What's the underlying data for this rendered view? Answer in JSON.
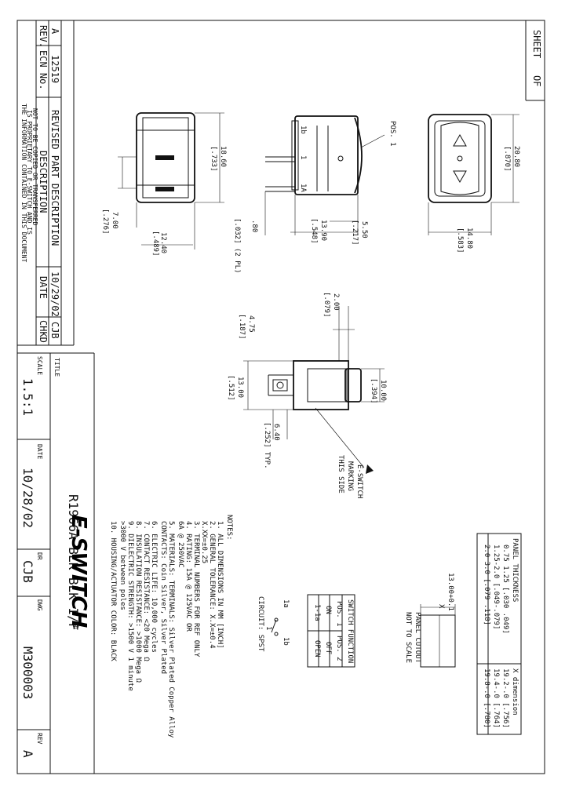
{
  "sheet": {
    "label": "SHEET",
    "of": "OF"
  },
  "revision_block": {
    "headers": {
      "rev": "REV.",
      "ecn": "ECN No.",
      "description": "DESCRIPTION",
      "date": "DATE",
      "chkd": "CHKD"
    },
    "row": {
      "rev": "A",
      "ecn": "12519",
      "description": "REVISED PART DESCRIPTION",
      "date": "10/29/02",
      "chkd": "CJB"
    },
    "notice": [
      "THE INFORMATION CONTAINED IN THIS DOCUMENT",
      "IS PROPRIETARY TO E-SWITCH AND IS",
      "NOT TO BE COPIED OR TRANSFERRED"
    ]
  },
  "title_block": {
    "title_label": "TITLE",
    "title": "R1966A BLK BLK I/F",
    "scale_label": "SCALE",
    "scale": "1.5:1",
    "date_label": "DATE",
    "date": "10/28/02",
    "dr_label": "DR",
    "dr": "CJB",
    "dwg_label": "DWG",
    "dwg": "M300003",
    "rev_label": "REV",
    "rev": "A",
    "logo": "E-SWITCH",
    "logo_mark": "®"
  },
  "dimensions": {
    "d_20_80": "20.80",
    "d_20_80_in": "[.870]",
    "d_14_80": "14.80",
    "d_14_80_in": "[.583]",
    "d_18_60": "18.60",
    "d_18_60_in": "[.733]",
    "d_7_00": "7.00",
    "d_7_00_in": "[.276]",
    "d_12_40": "12.40",
    "d_12_40_in": "[.489]",
    "d_0_80": ".80",
    "d_0_80_in": "[.032] (2 PL)",
    "d_13_90": "13.90",
    "d_13_90_in": "[.548]",
    "d_5_50": "5.50",
    "d_5_50_in": "[.217]",
    "pos1": "POS. 1",
    "term_1b": "1b",
    "term_1": "1",
    "term_1a": "1A",
    "d_2_00": "2.00",
    "d_2_00_in": "[.079]",
    "d_4_75": "4.75",
    "d_4_75_in": "[.187]",
    "d_13_00": "13.00",
    "d_13_00_in": "[.512]",
    "d_10_00": "10.00",
    "d_10_00_in": "[.394]",
    "d_6_40": "6.40",
    "d_6_40_in": "[.252] TYP."
  },
  "marking": [
    "E-SWITCH",
    "MARKING",
    "THIS SIDE"
  ],
  "panel_table": {
    "headers": [
      "PANEL THICKNESS",
      "X dimension"
    ],
    "rows": [
      [
        "0.75 1.25 [.030 .049]",
        "19.2-.0 [.756]"
      ],
      [
        "1.25-2.0 [.049-.079]",
        "19.4-.0 [.764]"
      ],
      [
        "2.0 3.0 [.079 .118]",
        "19.8-.0 [.780]"
      ]
    ]
  },
  "panel_cutout": {
    "label": "PANEL CUTOUT",
    "note": "NOT TO SCALE",
    "height": "13.00+0.1",
    "x": "X"
  },
  "circuit": {
    "label": "CIRCUIT: SPST",
    "t1a": "1a",
    "t1b": "1b",
    "t1": "1"
  },
  "switch_function": {
    "title": "SWITCH FUNCTION",
    "headers": [
      "POS. 1",
      "POS. 2"
    ],
    "rows": [
      [
        "ON",
        "OFF"
      ],
      [
        "1-1a",
        "OPEN"
      ]
    ]
  },
  "notes": {
    "title": "NOTES:",
    "lines": [
      "1. ALL DIMENSIONS IN MM [INCH]",
      "2. GENERAL TOLERANCE: X.X=±0.4",
      "                     X.XX=±0.25",
      "3. TERMINAL NUMBERS FOR REF ONLY",
      "4. RATING: 15A @ 125VAC OR",
      "            6A @ 250VAC",
      "5. MATERIALS: TERMINALS: Silver Plated Copper Alloy",
      "              CONTACTS: Coin Silver, Silver Plated",
      "6. ELECTRIC LIFE: 10,000 cycles",
      "7. CONTACT RESISTANCE: <20 Mega Ω",
      "8. INSULATION RESISTANCE: >1000 Mega Ω",
      "9. DIELECTRIC STRENGTH: >1500 V 1 minute",
      "                        >3000 V between poles",
      "10. HOUSING/ACTUATOR COLOR: BLACK"
    ]
  }
}
